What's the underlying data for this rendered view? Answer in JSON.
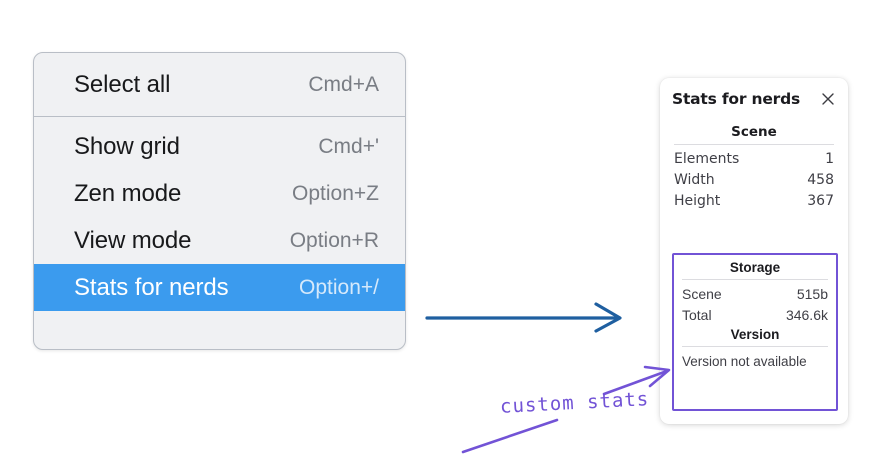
{
  "canvas": {
    "background": "#ffffff",
    "accent_blue": "#3b9bee",
    "accent_purple": "#7253d6",
    "arrow_blue": "#1f5fa0"
  },
  "context_menu": {
    "name": "context-menu",
    "groups": [
      {
        "items": [
          {
            "label": "Select all",
            "shortcut": "Cmd+A",
            "selected": false,
            "name": "select-all"
          }
        ]
      },
      {
        "items": [
          {
            "label": "Show grid",
            "shortcut": "Cmd+'",
            "selected": false,
            "name": "show-grid"
          },
          {
            "label": "Zen mode",
            "shortcut": "Option+Z",
            "selected": false,
            "name": "zen-mode"
          },
          {
            "label": "View mode",
            "shortcut": "Option+R",
            "selected": false,
            "name": "view-mode"
          },
          {
            "label": "Stats for nerds",
            "shortcut": "Option+/",
            "selected": true,
            "name": "stats-for-nerds"
          }
        ]
      }
    ]
  },
  "stats_panel": {
    "title": "Stats for nerds",
    "close_icon": "close-icon",
    "sections": [
      {
        "title": "Scene",
        "name": "scene",
        "rows": [
          {
            "key": "Elements",
            "value": "1"
          },
          {
            "key": "Width",
            "value": "458"
          },
          {
            "key": "Height",
            "value": "367"
          }
        ]
      },
      {
        "title": "Storage",
        "name": "storage",
        "rows": [
          {
            "key": "Scene",
            "value": "515b"
          },
          {
            "key": "Total",
            "value": "346.6k"
          }
        ]
      },
      {
        "title": "Version",
        "name": "version",
        "rows": [],
        "note": "Version not available"
      }
    ]
  },
  "annotations": {
    "custom_stats_label": "custom stats",
    "blue_arrow": "blue-arrow-pointing-right",
    "purple_arrow": "purple-arrow-pointing-to-storage-box",
    "highlight_box": "custom-stats-highlight-box"
  }
}
